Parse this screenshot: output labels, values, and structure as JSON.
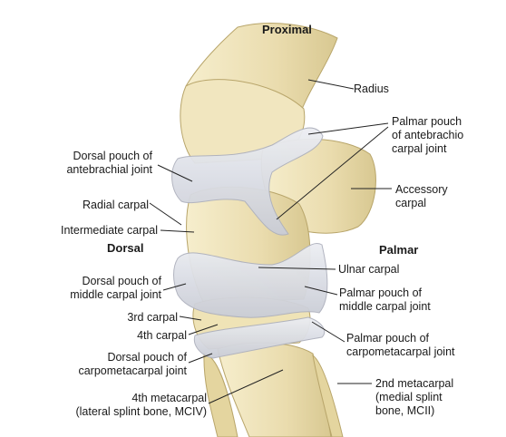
{
  "orientation": {
    "proximal": "Proximal",
    "dorsal": "Dorsal",
    "palmar": "Palmar"
  },
  "labels": {
    "radius": "Radius",
    "palmar_pouch_antebrachio": [
      "Palmar pouch",
      "of antebrachio",
      "carpal joint"
    ],
    "dorsal_pouch_antebrachial": [
      "Dorsal pouch of",
      "antebrachial joint"
    ],
    "accessory_carpal": [
      "Accessory",
      "carpal"
    ],
    "radial_carpal": "Radial carpal",
    "intermediate_carpal": "Intermediate carpal",
    "ulnar_carpal": "Ulnar carpal",
    "dorsal_pouch_middle": [
      "Dorsal pouch of",
      "middle carpal joint"
    ],
    "palmar_pouch_middle": [
      "Palmar pouch of",
      "middle carpal joint"
    ],
    "third_carpal": "3rd carpal",
    "fourth_carpal": "4th carpal",
    "palmar_pouch_carpometacarpal": [
      "Palmar pouch of",
      "carpometacarpal joint"
    ],
    "dorsal_pouch_carpometacarpal": [
      "Dorsal pouch of",
      "carpometacarpal joint"
    ],
    "fourth_metacarpal": [
      "4th metacarpal",
      "(lateral splint bone, MCIV)"
    ],
    "second_metacarpal": [
      "2nd metacarpal",
      "(medial splint",
      "bone, MCII)"
    ]
  },
  "colors": {
    "bone": "#efe4b8",
    "bone_shadow": "#d9c98f",
    "capsule": "#d9dbe3",
    "capsule_edge": "#aeb1bd",
    "leader": "#222222",
    "text": "#1a1a1a"
  }
}
